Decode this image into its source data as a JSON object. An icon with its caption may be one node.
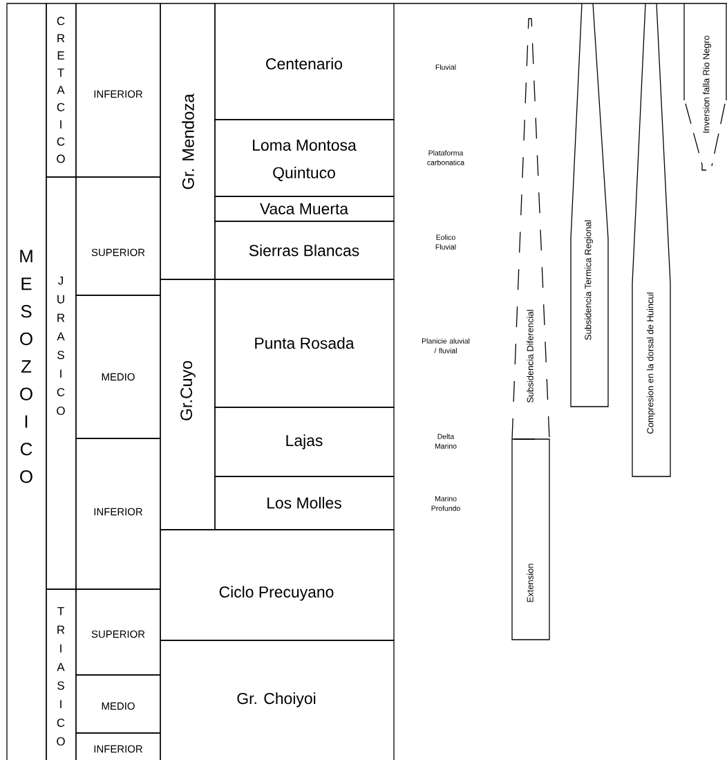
{
  "diagram": {
    "nodes": [
      {
        "text": [
          "MESOZOICO"
        ]
      },
      {
        "text": [
          "CRETACICO"
        ]
      },
      {
        "text": [
          "JURASICO"
        ]
      },
      {
        "text": [
          "TRIASICO"
        ]
      },
      {
        "text": [
          "INFERIOR"
        ]
      },
      {
        "text": [
          "SUPERIOR"
        ]
      },
      {
        "text": [
          "MEDIO"
        ]
      },
      {
        "text": [
          "INFERIOR"
        ]
      },
      {
        "text": [
          "SUPERIOR"
        ]
      },
      {
        "text": [
          "MEDIO"
        ]
      },
      {
        "text": [
          "INFERIOR"
        ]
      },
      {
        "text": [
          "Gr. Mendoza"
        ]
      },
      {
        "text": [
          "Gr.Cuyo"
        ]
      },
      {
        "text": [
          "Ciclo Precuyano"
        ]
      },
      {
        "text": [
          "Gr. Choiyoi"
        ]
      },
      {
        "text": [
          "Centenario"
        ]
      },
      {
        "text": [
          "Loma Montosa",
          "Quintuco"
        ]
      },
      {
        "text": [
          "Vaca Muerta"
        ]
      },
      {
        "text": [
          "Sierras Blancas"
        ]
      },
      {
        "text": [
          "Punta Rosada"
        ]
      },
      {
        "text": [
          "Lajas"
        ]
      },
      {
        "text": [
          "Los Molles"
        ]
      },
      {
        "text": [
          "Subsidencia Diferencial"
        ]
      },
      {
        "text": [
          "Extension"
        ]
      },
      {
        "text": [
          "Subsidencia Termica Regional"
        ]
      },
      {
        "text": [
          "Compresion en la dorsal de Huincul"
        ]
      },
      {
        "text": [
          "Inversion falla Rio Negro"
        ]
      }
    ],
    "labels": [
      "Fluvial",
      "Plataforma carbonatica",
      "Eolico Fluvial",
      "Planicie aluvial / fluvial",
      "Delta Marino",
      "Marino Profundo"
    ]
  }
}
